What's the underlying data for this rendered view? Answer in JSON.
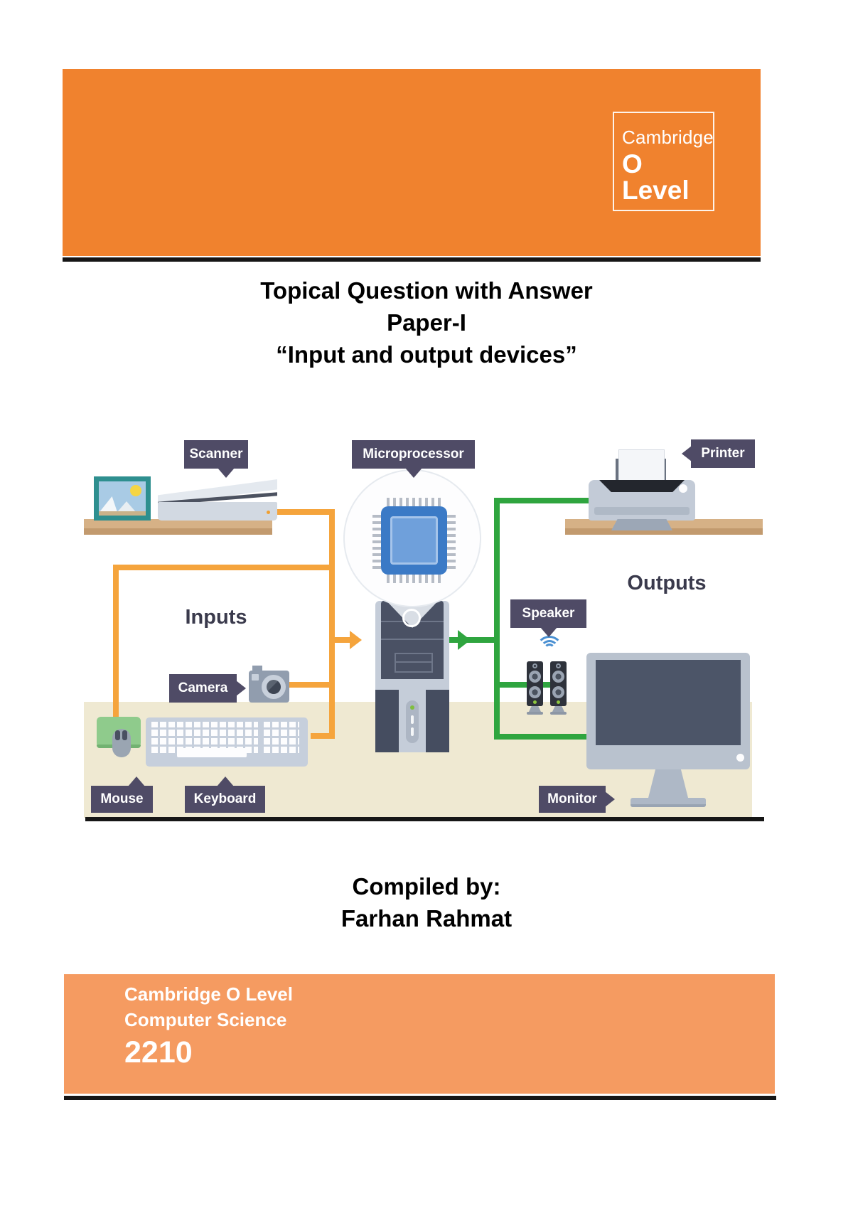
{
  "header": {
    "banner_color": "#F0822E",
    "logo": {
      "brand": "Cambridge",
      "qualification": "O Level"
    }
  },
  "title": {
    "line1": "Topical Question with Answer",
    "line2": "Paper-I",
    "line3": "“Input and output devices”"
  },
  "diagram": {
    "inputs_heading": "Inputs",
    "outputs_heading": "Outputs",
    "labels": {
      "scanner": "Scanner",
      "microprocessor": "Microprocessor",
      "printer": "Printer",
      "speaker": "Speaker",
      "camera": "Camera",
      "mouse": "Mouse",
      "keyboard": "Keyboard",
      "monitor": "Monitor"
    },
    "colors": {
      "input_line": "#F5A43C",
      "output_line": "#2FA53F",
      "label_background": "#4F4B66",
      "floor": "#EFE9D2"
    }
  },
  "compiled_by": {
    "heading": "Compiled by:",
    "name": "Farhan Rahmat"
  },
  "footer": {
    "banner_color": "#F59B61",
    "line1": "Cambridge O Level",
    "line2": "Computer Science",
    "syllabus_code": "2210"
  }
}
